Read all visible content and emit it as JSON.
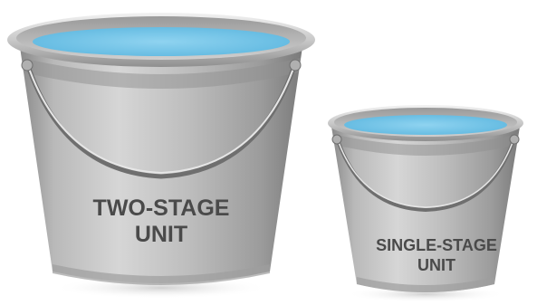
{
  "buckets": [
    {
      "name": "large",
      "label_lines": [
        "TWO-STAGE",
        "UNIT"
      ],
      "water_color": "#7cc6e8",
      "body_color": "#a9a9a9"
    },
    {
      "name": "small",
      "label_lines": [
        "SINGLE-STAGE",
        "UNIT"
      ],
      "water_color": "#7cc6e8",
      "body_color": "#a9a9a9"
    }
  ]
}
